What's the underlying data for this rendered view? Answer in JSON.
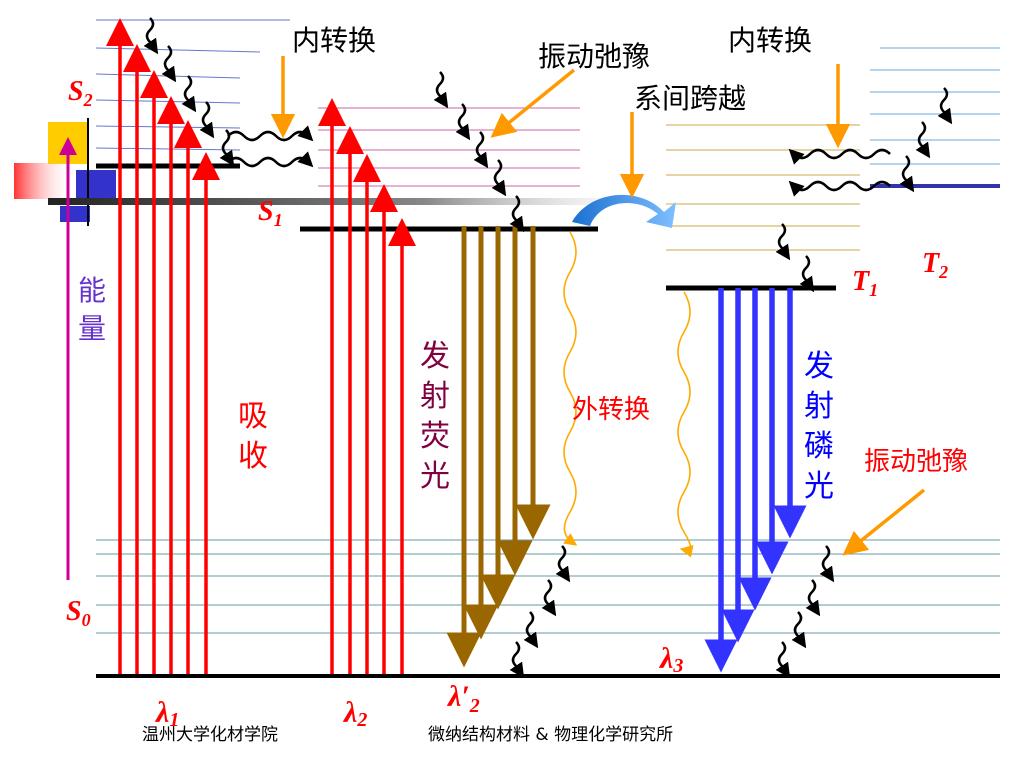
{
  "states": {
    "s2": {
      "main": "S",
      "sub": "2"
    },
    "s1": {
      "main": "S",
      "sub": "1"
    },
    "s0": {
      "main": "S",
      "sub": "0"
    },
    "t1": {
      "main": "T",
      "sub": "1"
    },
    "t2": {
      "main": "T",
      "sub": "2"
    }
  },
  "labels": {
    "internal_conversion": "内转换",
    "vibrational_relaxation": "振动弛豫",
    "intersystem_crossing": "系间跨越",
    "energy": [
      "能",
      "量"
    ],
    "absorption": [
      "吸",
      "收"
    ],
    "fluorescence": [
      "发",
      "射",
      "荧",
      "光"
    ],
    "external_conversion": "外转换",
    "phosphorescence": [
      "发",
      "射",
      "磷",
      "光"
    ]
  },
  "wavelengths": {
    "l1": {
      "main": "λ",
      "sub": "1"
    },
    "l2": {
      "main": "λ",
      "sub": "2"
    },
    "l2p": {
      "main": "λ′",
      "sub": "2"
    },
    "l3": {
      "main": "λ",
      "sub": "3"
    }
  },
  "footer": {
    "left": "温州大学化材学院",
    "right": "微纳结构材料 & 物理化学研究所"
  },
  "colors": {
    "absorption": "#ff0000",
    "fluorescence": "#996600",
    "phosphorescence": "#3333ff",
    "pointer": "#ff9900",
    "external": "#ffaa00",
    "energy_axis": "#cc0099",
    "label_red": "#ff0000",
    "label_fluor": "#800040",
    "label_blue": "#0000ff"
  }
}
